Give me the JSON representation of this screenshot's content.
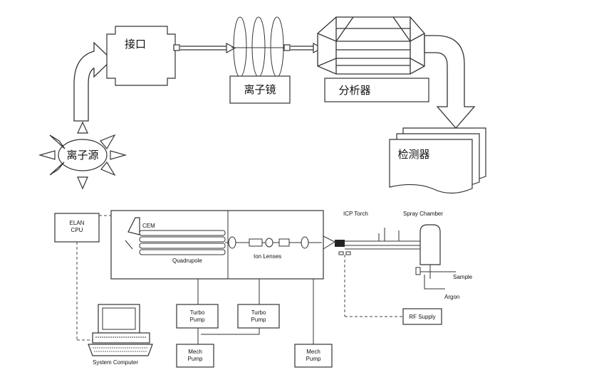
{
  "top_diagram": {
    "ion_source": "离子源",
    "interface": "接口",
    "ion_lens": "离子镜",
    "analyzer": "分析器",
    "detector": "检测器"
  },
  "bottom_diagram": {
    "elan_cpu": [
      "ELAN",
      "CPU"
    ],
    "cem": "CEM",
    "quadrupole": "Quadrupole",
    "ion_lenses": "Ion Lenses",
    "icp_torch": "ICP Torch",
    "spray_chamber": "Spray Chamber",
    "sample": "Sample",
    "argon": "Argon",
    "rf_supply": "RF Supply",
    "turbo_pump_1": [
      "Turbo",
      "Pump"
    ],
    "turbo_pump_2": [
      "Turbo",
      "Pump"
    ],
    "mech_pump_1": [
      "Mech",
      "Pump"
    ],
    "mech_pump_2": [
      "Mech",
      "Pump"
    ],
    "system_computer": "System Computer"
  }
}
